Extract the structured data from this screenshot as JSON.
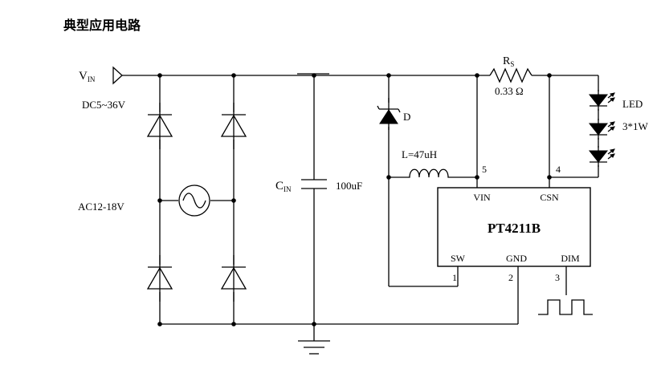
{
  "heading": "典型应用电路",
  "labels": {
    "vin_main": "V",
    "vin_sub": "IN",
    "dc_range": "DC5~36V",
    "ac_range": "AC12-18V",
    "cin_main": "C",
    "cin_sub": "IN",
    "cin_value": "100uF",
    "diode": "D",
    "inductor": "L=47uH",
    "rs_main": "R",
    "rs_sub": "S",
    "rs_value": "0.33 Ω",
    "led": "LED",
    "led_spec": "3*1W"
  },
  "chip": {
    "name": "PT4211B",
    "pins": {
      "vin": "VIN",
      "csn": "CSN",
      "sw": "SW",
      "gnd": "GND",
      "dim": "DIM"
    },
    "pin_numbers": {
      "vin": "5",
      "csn": "4",
      "sw": "1",
      "gnd": "2",
      "dim": "3"
    }
  }
}
